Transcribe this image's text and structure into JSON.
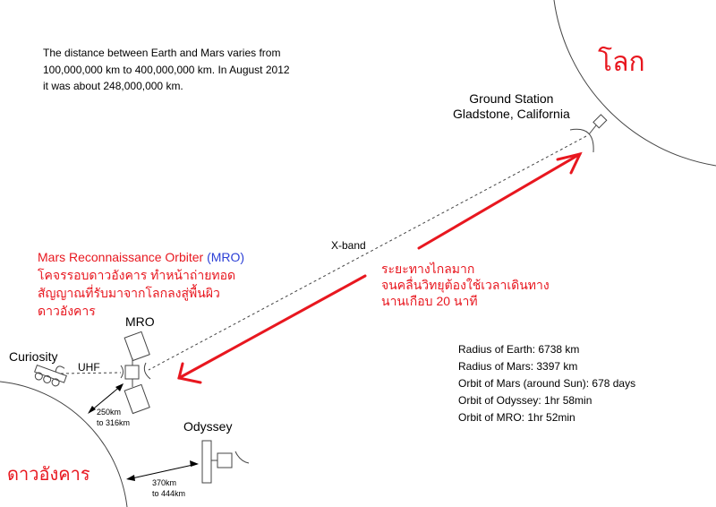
{
  "intro_text": [
    "The distance between Earth and Mars varies from",
    "100,000,000 km to 400,000,000 km. In August 2012",
    "it was about 248,000,000 km."
  ],
  "earth_label": "โลก",
  "mars_label": "ดาวอังคาร",
  "ground_station": [
    "Ground Station",
    "Gladstone, California"
  ],
  "xband_label": "X-band",
  "uhf_label": "UHF",
  "curiosity_label": "Curiosity",
  "mro_label": "MRO",
  "odyssey_label": "Odyssey",
  "mro_distance": [
    "250km",
    "to 316km"
  ],
  "odyssey_distance": [
    "370km",
    "to 444km"
  ],
  "mro_note": {
    "title": "Mars Reconnaissance Orbiter ",
    "abbr": "(MRO)",
    "lines": [
      "โคจรรอบดาวอังคาร  ทำหน้าถ่ายทอด",
      "สัญญาณที่รับมาจากโลกลงสู่พื้นผิว",
      "ดาวอังคาร"
    ]
  },
  "distance_note": [
    "ระยะทางไกลมาก",
    "จนคลื่นวิทยุต้องใช้เวลาเดินทาง",
    "นานเกือบ 20 นาที"
  ],
  "facts": [
    "Radius of Earth: 6738 km",
    "Radius of Mars: 3397 km",
    "Orbit of Mars (around Sun): 678 days",
    "Orbit of Odyssey: 1hr 58min",
    "Orbit of MRO: 1hr 52min"
  ],
  "colors": {
    "annotation": "#e8171f",
    "abbr": "#2b3fd6"
  }
}
